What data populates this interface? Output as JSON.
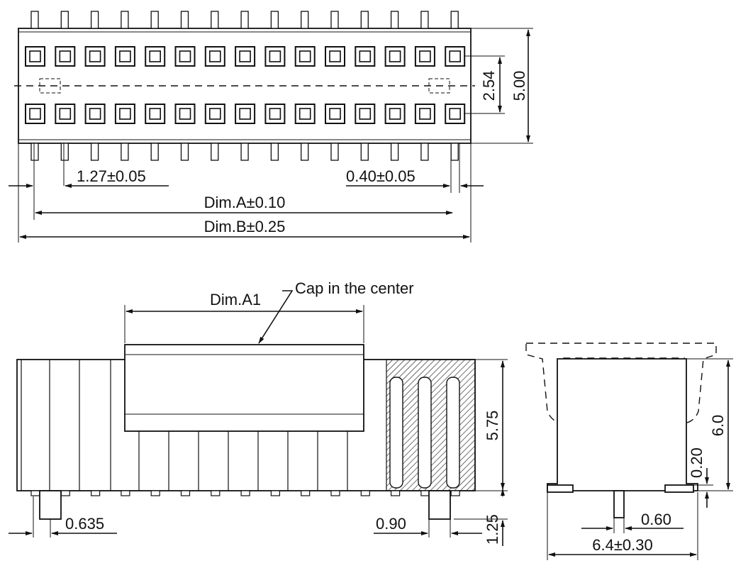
{
  "top_view": {
    "dimensions": {
      "pitch": "1.27±0.05",
      "pin_width": "0.40±0.05",
      "dim_a": "Dim.A±0.10",
      "dim_b": "Dim.B±0.25",
      "row_pitch": "2.54",
      "width": "5.00"
    }
  },
  "front_view": {
    "dimensions": {
      "dim_a1": "Dim.A1",
      "cap_callout": "Cap in the center",
      "height": "5.75",
      "pin_offset": "0.635",
      "pin_pitch": "0.90",
      "tail": "1.25"
    }
  },
  "side_view": {
    "dimensions": {
      "height": "6.0",
      "standoff": "0.20",
      "pin_width": "0.60",
      "footprint": "6.4±0.30"
    }
  },
  "colors": {
    "line": "#111111",
    "background": "#ffffff"
  }
}
